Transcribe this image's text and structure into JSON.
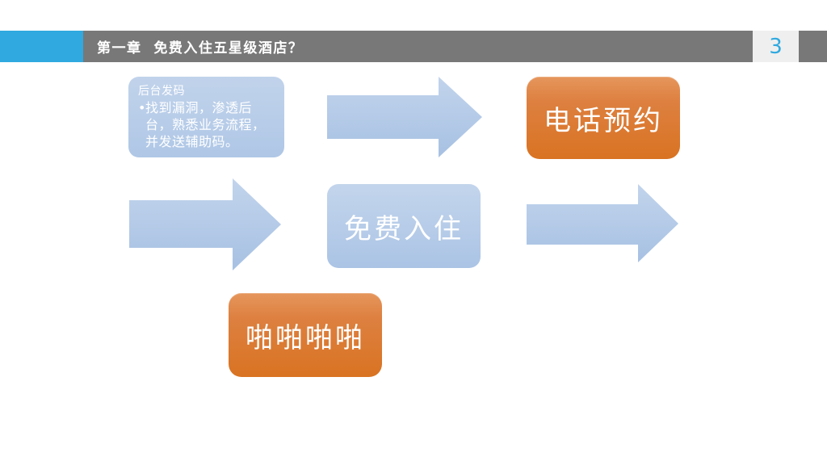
{
  "header": {
    "title": "第一章  免费入住五星级酒店？",
    "page_number": "3"
  },
  "callout": {
    "title": "后台发码",
    "bullet_glyph": "•",
    "lines": [
      "找到漏洞，渗透后",
      "台，熟悉业务流程，",
      "并发送辅助码。"
    ]
  },
  "nodes": {
    "phone_booking": "电话预约",
    "free_stay": "免费入住",
    "papapa": "啪啪啪啪"
  },
  "colors": {
    "accent_blue": "#2FA9DF",
    "header_gray": "#787878",
    "page_badge_bg": "#EFEFEF",
    "shape_light_blue": "#B5CBE8",
    "shape_orange": "#DB7524",
    "text_white": "#FFFFFF"
  }
}
